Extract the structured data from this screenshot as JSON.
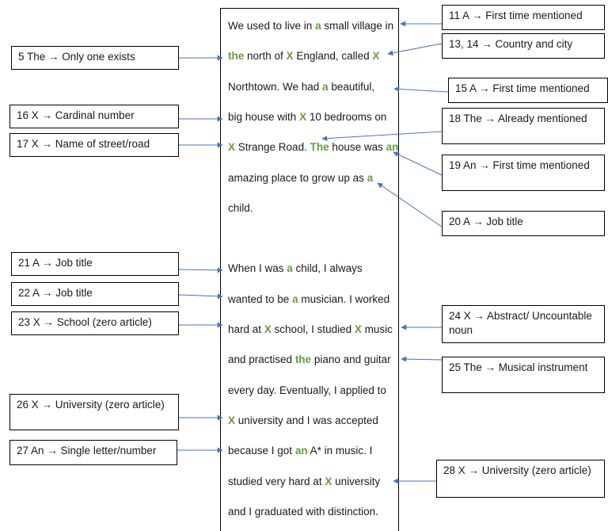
{
  "passage": {
    "lines": [
      [
        {
          "t": "We used to live in "
        },
        {
          "t": "a",
          "h": true
        },
        {
          "t": " small village in"
        }
      ],
      [
        {
          "t": "the",
          "h": true
        },
        {
          "t": " north of "
        },
        {
          "t": "X",
          "h": true
        },
        {
          "t": " England, called "
        },
        {
          "t": "X",
          "h": true
        }
      ],
      [
        {
          "t": "Northtown.  We had "
        },
        {
          "t": "a",
          "h": true
        },
        {
          "t": " beautiful,"
        }
      ],
      [
        {
          "t": "big house with "
        },
        {
          "t": "X",
          "h": true
        },
        {
          "t": " 10 bedrooms on"
        }
      ],
      [
        {
          "t": "X",
          "h": true
        },
        {
          "t": " Strange Road.  "
        },
        {
          "t": "The",
          "h": true
        },
        {
          "t": " house was "
        },
        {
          "t": "an",
          "h": true
        }
      ],
      [
        {
          "t": "amazing place to grow up as "
        },
        {
          "t": "a",
          "h": true
        }
      ],
      [
        {
          "t": "child."
        }
      ],
      [],
      [
        {
          "t": "When I was "
        },
        {
          "t": "a",
          "h": true
        },
        {
          "t": " child, I always"
        }
      ],
      [
        {
          "t": "wanted to be "
        },
        {
          "t": "a",
          "h": true
        },
        {
          "t": " musician.  I worked"
        }
      ],
      [
        {
          "t": "hard at "
        },
        {
          "t": "X",
          "h": true
        },
        {
          "t": " school, I studied "
        },
        {
          "t": "X",
          "h": true
        },
        {
          "t": " music"
        }
      ],
      [
        {
          "t": "and practised "
        },
        {
          "t": "the",
          "h": true
        },
        {
          "t": " piano and guitar"
        }
      ],
      [
        {
          "t": "every day.  Eventually, I applied to"
        }
      ],
      [
        {
          "t": "X",
          "h": true
        },
        {
          "t": " university and I was accepted"
        }
      ],
      [
        {
          "t": "because I got "
        },
        {
          "t": "an",
          "h": true
        },
        {
          "t": " A* in music.  I"
        }
      ],
      [
        {
          "t": "studied very hard at "
        },
        {
          "t": "X",
          "h": true
        },
        {
          "t": " university"
        }
      ],
      [
        {
          "t": "and I graduated with distinction."
        }
      ]
    ]
  },
  "annotations": [
    {
      "label": "11 A → First time mentioned"
    },
    {
      "label": "5 The → Only one exists"
    },
    {
      "label": "13, 14 → Country and city"
    },
    {
      "label": "15 A → First time mentioned"
    },
    {
      "label": "16 X → Cardinal number"
    },
    {
      "label": "17 X → Name of street/road"
    },
    {
      "label": "18 The → Already mentioned"
    },
    {
      "label": "19 An → First time mentioned"
    },
    {
      "label": "20 A → Job title"
    },
    {
      "label": "21 A → Job title"
    },
    {
      "label": "22 A → Job title"
    },
    {
      "label": "23 X → School (zero article)"
    },
    {
      "label": "24 X → Abstract/ Uncountable noun"
    },
    {
      "label": "25 The → Musical instrument"
    },
    {
      "label": "26 X → University (zero article)"
    },
    {
      "label": "27 An → Single letter/number"
    },
    {
      "label": "28 X → University (zero article)"
    }
  ],
  "colors": {
    "highlight": "#6a9a3f",
    "arrow": "#4a72c4"
  }
}
